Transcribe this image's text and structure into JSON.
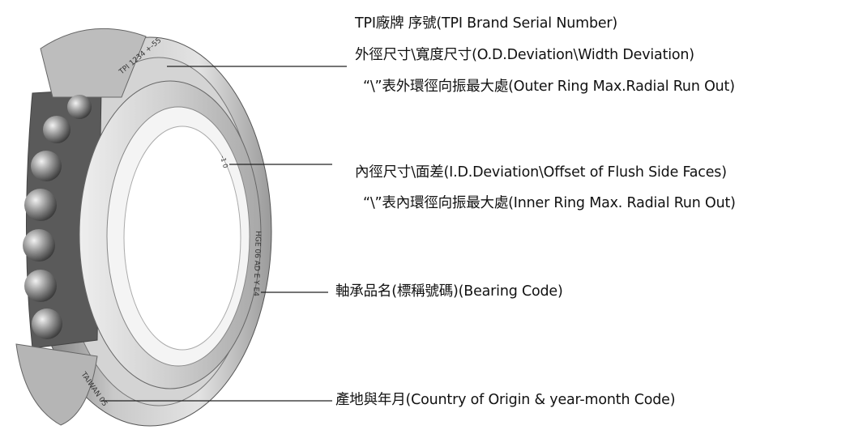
{
  "labels": {
    "brand_serial": "TPI廠牌 序號(TPI Brand Serial Number)",
    "od_width": "外徑尺寸\\寬度尺寸(O.D.Deviation\\Width Deviation)",
    "outer_runout": "“\\”表外環徑向振最大處(Outer Ring Max.Radial Run Out)",
    "id_offset": "內徑尺寸\\面差(I.D.Deviation\\Offset of Flush Side Faces)",
    "inner_runout": "“\\”表內環徑向振最大處(Inner Ring Max. Radial Run Out)",
    "bearing_code": "軸承品名(標稱號碼)(Bearing Code)",
    "origin_date": "產地與年月(Country of Origin & year-month Code)"
  },
  "ring_markings": {
    "outer_top": "TPI 1234 +-55",
    "inner_mark": "-1 0",
    "bearing_code": "HGE 06 AD E Y E4",
    "origin": "TAIWAN 05"
  }
}
